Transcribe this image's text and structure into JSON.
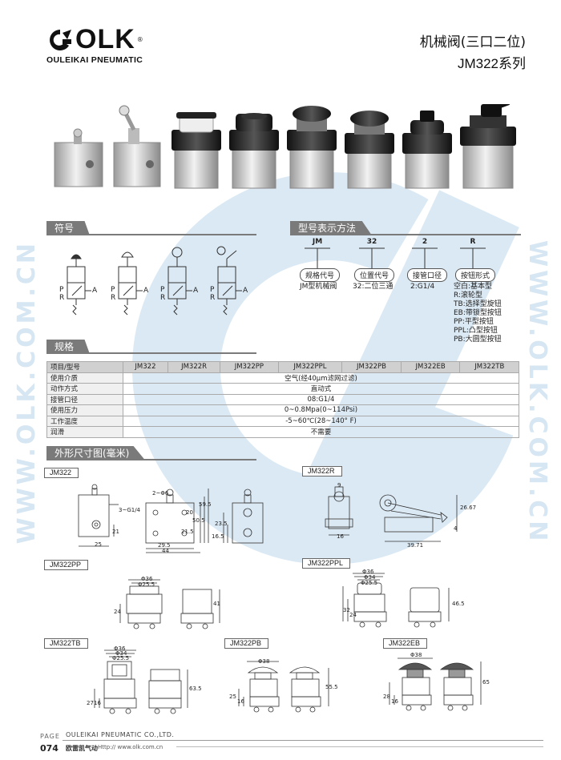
{
  "brand": {
    "name": "OLK",
    "reg": "®",
    "subtitle": "OULEIKAI PNEUMATIC"
  },
  "title": {
    "line1": "机械阀(三口二位)",
    "line2": "JM322系列"
  },
  "watermark": {
    "text": "WWW.OLK.COM.CN",
    "color": "#d6e6f2"
  },
  "sections": {
    "symbol": "符号",
    "model_code": "型号表示方法",
    "spec": "规格",
    "dimensions": "外形尺寸图(毫米)"
  },
  "symbol_ports": {
    "p": "P",
    "r": "R",
    "a": "A"
  },
  "model_code": {
    "codes": [
      "JM",
      "32",
      "2",
      "R"
    ],
    "boxes": [
      "规格代号",
      "位置代号",
      "接管口径",
      "按钮形式"
    ],
    "desc_jm": "JM型机械阀",
    "desc_32": "32:二位三通",
    "desc_2": "2:G1/4",
    "desc_r": [
      "空白:基本型",
      "R:滚轮型",
      "TB:选择型旋钮",
      "EB:带锁型按钮",
      "PP:平型按钮",
      "PPL:凸型按钮",
      "PB:大圆型按钮"
    ]
  },
  "spec_table": {
    "header": [
      "项目/型号",
      "JM322",
      "JM322R",
      "JM322PP",
      "JM322PPL",
      "JM322PB",
      "JM322EB",
      "JM322TB"
    ],
    "rows": [
      {
        "label": "使用介质",
        "value": "空气(经40μm滤网过滤)"
      },
      {
        "label": "动作方式",
        "value": "直动式"
      },
      {
        "label": "接管口径",
        "value": "08:G1/4"
      },
      {
        "label": "使用压力",
        "value": "0~0.8Mpa(0~114Psi)"
      },
      {
        "label": "工作温度",
        "value": "-5~60℃(28~140° F)"
      },
      {
        "label": "润滑",
        "value": "不需要"
      }
    ]
  },
  "drawings": {
    "labels": [
      "JM322",
      "JM322R",
      "JM322PP",
      "JM322PPL",
      "JM322TB",
      "JM322PB",
      "JM322EB"
    ],
    "jm322": {
      "d1": "3~G1/4",
      "d2": "2~Φ6",
      "w1": "25",
      "h1": "21",
      "w2": "29.5",
      "w3": "44",
      "h2": "21.5",
      "h3": "20",
      "h4": "50.5",
      "h5": "59.5",
      "h6": "23.5",
      "h7": "16.5"
    },
    "jm322r": {
      "w1": "9",
      "w2": "16",
      "h1": "26.67",
      "w3": "39.71",
      "h2": "4"
    },
    "jm322pp": {
      "d1": "Φ36",
      "d2": "Φ25.5",
      "h1": "24",
      "h2": "41"
    },
    "jm322ppl": {
      "d1": "Φ36",
      "d2": "Φ34",
      "d3": "Φ25.5",
      "h1": "32",
      "h2": "24",
      "h3": "46.5"
    },
    "jm322tb": {
      "d1": "Φ36",
      "d2": "Φ34",
      "d3": "Φ25.5",
      "h1": "27",
      "h2": "16",
      "h3": "63.5"
    },
    "jm322pb": {
      "d1": "Φ38",
      "h1": "25",
      "h2": "16",
      "h3": "55.5"
    },
    "jm322eb": {
      "d1": "Φ38",
      "h1": "28",
      "h2": "16",
      "h3": "65"
    }
  },
  "footer": {
    "page_label": "PAGE",
    "page_number": "074",
    "company": "OULEIKAI PNEUMATIC CO.,LTD.",
    "company_cn": "欧雷凯气动",
    "url": "Http:// www.olk.com.cn"
  }
}
